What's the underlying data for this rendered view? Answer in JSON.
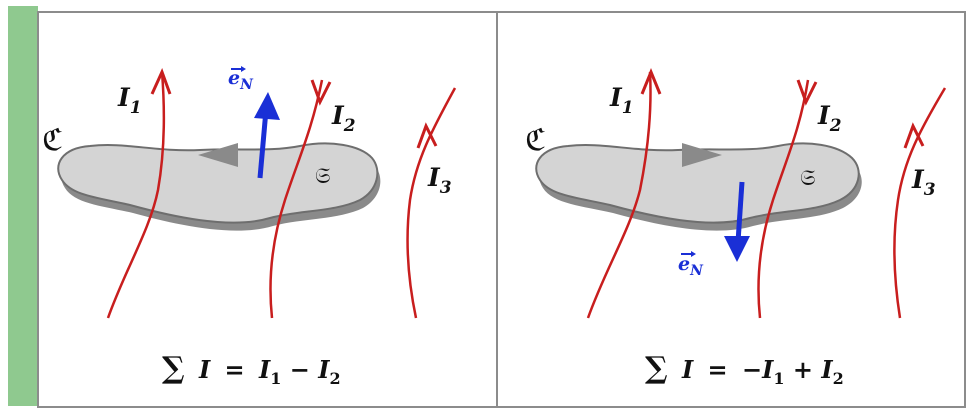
{
  "colors": {
    "left_bar": "#8fc98f",
    "surface_fill": "#d4d4d4",
    "surface_stroke": "#6e6e6e",
    "current": "#c81e1e",
    "normal_vector": "#1a2fd6",
    "text": "#111111",
    "panel_border": "#8c8c8c"
  },
  "panels": [
    {
      "contour_label": "ℭ",
      "surface_label": "𝔖",
      "normal": {
        "symbol": "e",
        "subscript": "N",
        "direction": "up"
      },
      "currents": [
        {
          "letter": "I",
          "index": "1",
          "direction": "up"
        },
        {
          "letter": "I",
          "index": "2",
          "direction": "down"
        },
        {
          "letter": "I",
          "index": "3",
          "direction": "up"
        }
      ],
      "equation": {
        "sum": "∑",
        "lhs": "I",
        "equals": "=",
        "rhs": [
          "I",
          "1",
          " − ",
          "I",
          "2"
        ]
      }
    },
    {
      "contour_label": "ℭ",
      "surface_label": "𝔖",
      "normal": {
        "symbol": "e",
        "subscript": "N",
        "direction": "down"
      },
      "currents": [
        {
          "letter": "I",
          "index": "1",
          "direction": "up"
        },
        {
          "letter": "I",
          "index": "2",
          "direction": "down"
        },
        {
          "letter": "I",
          "index": "3",
          "direction": "up"
        }
      ],
      "equation": {
        "sum": "∑",
        "lhs": "I",
        "equals": "=",
        "rhs": [
          "−",
          "I",
          "1",
          " + ",
          "I",
          "2"
        ]
      }
    }
  ]
}
